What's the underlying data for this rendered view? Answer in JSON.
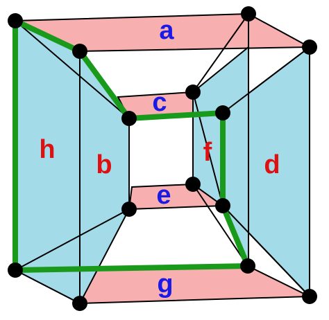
{
  "colors": {
    "pink_face": "#f8afaf",
    "blue_face": "#a4dbe8",
    "path_green": "#1a9a1a",
    "edge": "#000000",
    "vertex": "#000000",
    "label_blue": "#1a1ae6",
    "label_red": "#dd1111"
  },
  "faces": {
    "a": "a",
    "b": "b",
    "c": "c",
    "d": "d",
    "e": "e",
    "f": "f",
    "g": "g",
    "h": "h"
  }
}
